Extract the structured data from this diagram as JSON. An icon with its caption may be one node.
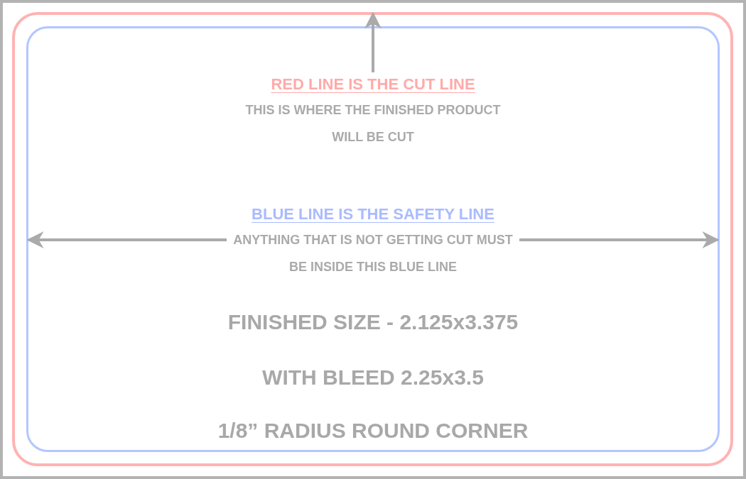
{
  "diagram": {
    "nodes": [
      {
        "text": [],
        "shape": "box"
      },
      {
        "text": [],
        "shape": "box",
        "in": 0
      },
      {
        "text": [
          "RED LINE IS THE CUT LINE",
          "THIS IS WHERE THE FINISHED PRODUCT WILL BE CUT"
        ],
        "in": 1
      },
      {
        "text": [
          "BLUE LINE IS THE SAFETY LINE",
          "ANYTHING THAT IS NOT GETTING CUT MUST BE INSIDE THIS BLUE LINE"
        ],
        "in": 1
      }
    ],
    "edges": [
      {
        "from": 2,
        "to": 0,
        "arrow": "to"
      },
      {
        "from": 3,
        "to": 1,
        "arrow": "to"
      },
      {
        "from": 3,
        "to": 1,
        "arrow": "to"
      }
    ],
    "labels": [
      "FINISHED SIZE - 2.125x3.375",
      "WITH BLEED 2.25x3.5",
      "1/8” RADIUS ROUND CORNER"
    ]
  }
}
